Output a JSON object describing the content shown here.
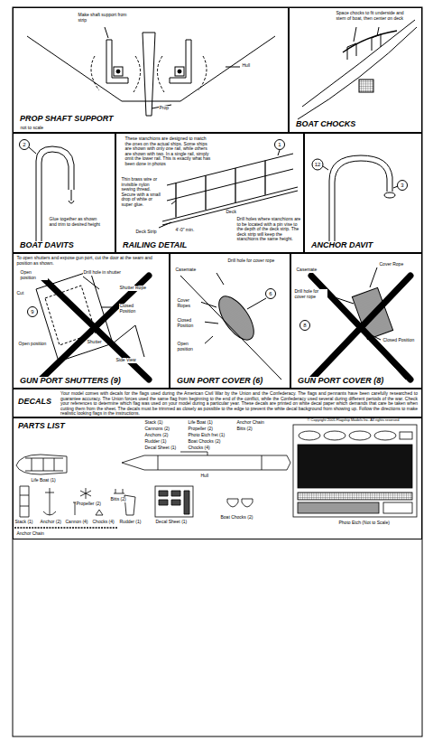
{
  "diagram": {
    "nodes": [
      {
        "text": [
          "PROP SHAFT SUPPORT"
        ]
      },
      {
        "text": [
          "BOAT CHOCKS"
        ]
      },
      {
        "text": [
          "BOAT DAVITS"
        ]
      },
      {
        "text": [
          "RAILING DETAIL"
        ]
      },
      {
        "text": [
          "ANCHOR DAVIT"
        ]
      },
      {
        "text": [
          "GUN PORT SHUTTERS (9)"
        ]
      },
      {
        "text": [
          "GUN PORT COVER (6)"
        ]
      },
      {
        "text": [
          "GUN PORT COVER (8)"
        ]
      },
      {
        "text": [
          "DECALS",
          "Your model comes with decals for the flags used during the American Civil War by the Union and the Confederacy. The flags and pennants have been carefully researched to guarantee accuracy. The Union forces used the same flag from beginning to the end of the conflict, while the Confederacy used several during different periods of the war. Check your references to determine which flag was used on your model during a particular year. These decals are printed on white decal paper which demands that care be taken when cutting them from the sheet. The decals must be trimmed as closely as possible to the edge to prevent the white decal background from showing up. Follow the directions to make realistic looking flags in the instructions."
        ]
      },
      {
        "text": [
          "PARTS LIST"
        ]
      }
    ],
    "labels": [
      "Make shaft support from strip",
      "Hull",
      "Prop",
      "not to scale",
      "Space chocks to fit underside and stern of boat, then center on deck",
      "2",
      "Glue together as shown and trim to desired height",
      "These stanchions are designed to match the ones on the actual ships. Some ships are shown with only one rail, while others are shown with two. In a single rail, simply omit the lower rail. This is exactly what has been done in photos",
      "Thin brass wire or invisible nylon sewing thread. Secure with a small drop of white or super glue.",
      "1",
      "Deck",
      "Deck Strip",
      "4'-0\" min.",
      "Drill holes where stanchions are to be located with a pin vise to the depth of the deck strip. The deck strip will keep the stanchions the same height.",
      "12",
      "3",
      "To open shutters and expose gun port, cut the door at the seam and position as shown.",
      "Open position",
      "Drill hole in shutter",
      "Cut",
      "Shutter Rope",
      "Closed Position",
      "9",
      "Open position",
      "Shutter",
      "Side View",
      "Casemate",
      "Drill hole for cover rope",
      "Cover Ropes",
      "6",
      "Closed Position",
      "Open position",
      "Casemate",
      "Cover Rope",
      "Drill hole for cover rope",
      "8",
      "Closed Position",
      "Stack (1)",
      "Cannons (2)",
      "Anchors (2)",
      "Rudder (1)",
      "Decal Sheet (1)",
      "Life Boat (1)",
      "Propeller (2)",
      "Photo Etch fret (1)",
      "Boat Chocks (2)",
      "Chocks (4)",
      "Anchor Chain",
      "Bitts (2)",
      "Life Boat (1)",
      "Propeller (2)",
      "Bitts (2)",
      "Hull",
      "Stack (1)",
      "Anchor (2)",
      "Cannon (4)",
      "Chocks (4)",
      "Rudder (1)",
      "Decal Sheet (1)",
      "Boat Chocks (2)",
      "Anchor Chain",
      "© Copyright 2005 Flagship Models Inc. All rights reserved",
      "Photo Etch (Not to Scale)"
    ]
  }
}
